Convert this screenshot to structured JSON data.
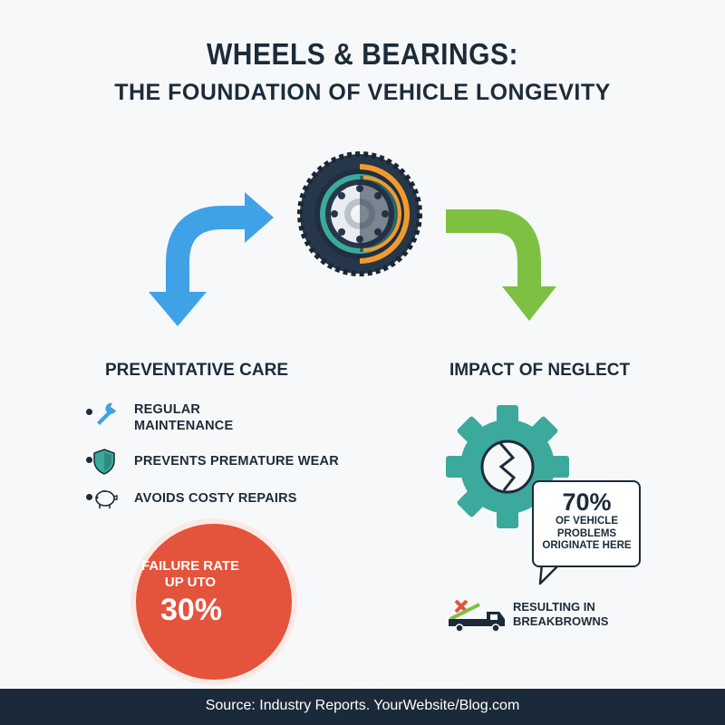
{
  "title": {
    "line1": "WHEELS & BEARINGS:",
    "line2": "THE FOUNDATION OF VEHICLE LONGEVITY"
  },
  "left": {
    "heading": "PREVENTATIVE CARE",
    "items": [
      {
        "text": "REGULAR\nMAINTENANCE",
        "icon": "wrench-icon"
      },
      {
        "text": "PREVENTS PREMATURE WEAR",
        "icon": "shield-icon"
      },
      {
        "text": "AVOIDS COSTY REPAIRS",
        "icon": "piggy-bank-icon"
      }
    ],
    "badge": {
      "line1": "FAILURE RATE",
      "line2": "UP UTO",
      "value": "30%",
      "icon": "car-icon"
    }
  },
  "right": {
    "heading": "IMPACT OF NEGLECT",
    "callout": {
      "value": "70%",
      "text": "OF VEHICLE\nPROBLEMS\nORIGINATE HERE"
    },
    "result": {
      "text": "RESULTING IN\nBREAKBROWNS",
      "icon": "tow-truck-icon"
    }
  },
  "center_icon": "wheel-bearing-icon",
  "footer": "Source: Industry Reports. YourWebsite/Blog.com",
  "colors": {
    "blue_arrow": "#3fa2e6",
    "green_arrow": "#7ec142",
    "teal": "#3ba99c",
    "orange": "#f29a2e",
    "badge_red": "#e4533b",
    "navy": "#1c2b3a"
  }
}
